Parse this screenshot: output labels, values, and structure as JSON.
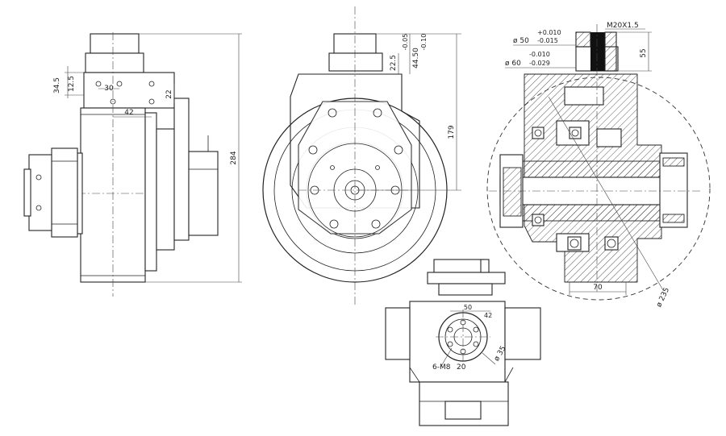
{
  "dimensions": {
    "side_view": {
      "d_34_5": "34.5",
      "d_12_5": "12.5",
      "d_30": "30",
      "d_42": "42",
      "d_22": "22",
      "d_284": "284"
    },
    "front_view": {
      "d_22_5": "22.5",
      "tol_upper": "-0.05",
      "tol_lower": "-0.10",
      "d_44_50": "44.50",
      "d_179": "179"
    },
    "section_view": {
      "thread": "M20X1.5",
      "d_55": "55",
      "phi50": "ø 50",
      "phi50_tol_upper": "+0.010",
      "phi50_tol_lower": "-0.015",
      "phi60": "ø 60",
      "phi60_tol_upper": "-0.010",
      "phi60_tol_lower": "-0.029",
      "d_70": "70",
      "phi235": "ø 235"
    },
    "flange_view": {
      "bolt_spec": "6-M8",
      "bolt_depth": "20",
      "phi35": "ø 35",
      "d_42": "42",
      "d_50": "50"
    }
  }
}
